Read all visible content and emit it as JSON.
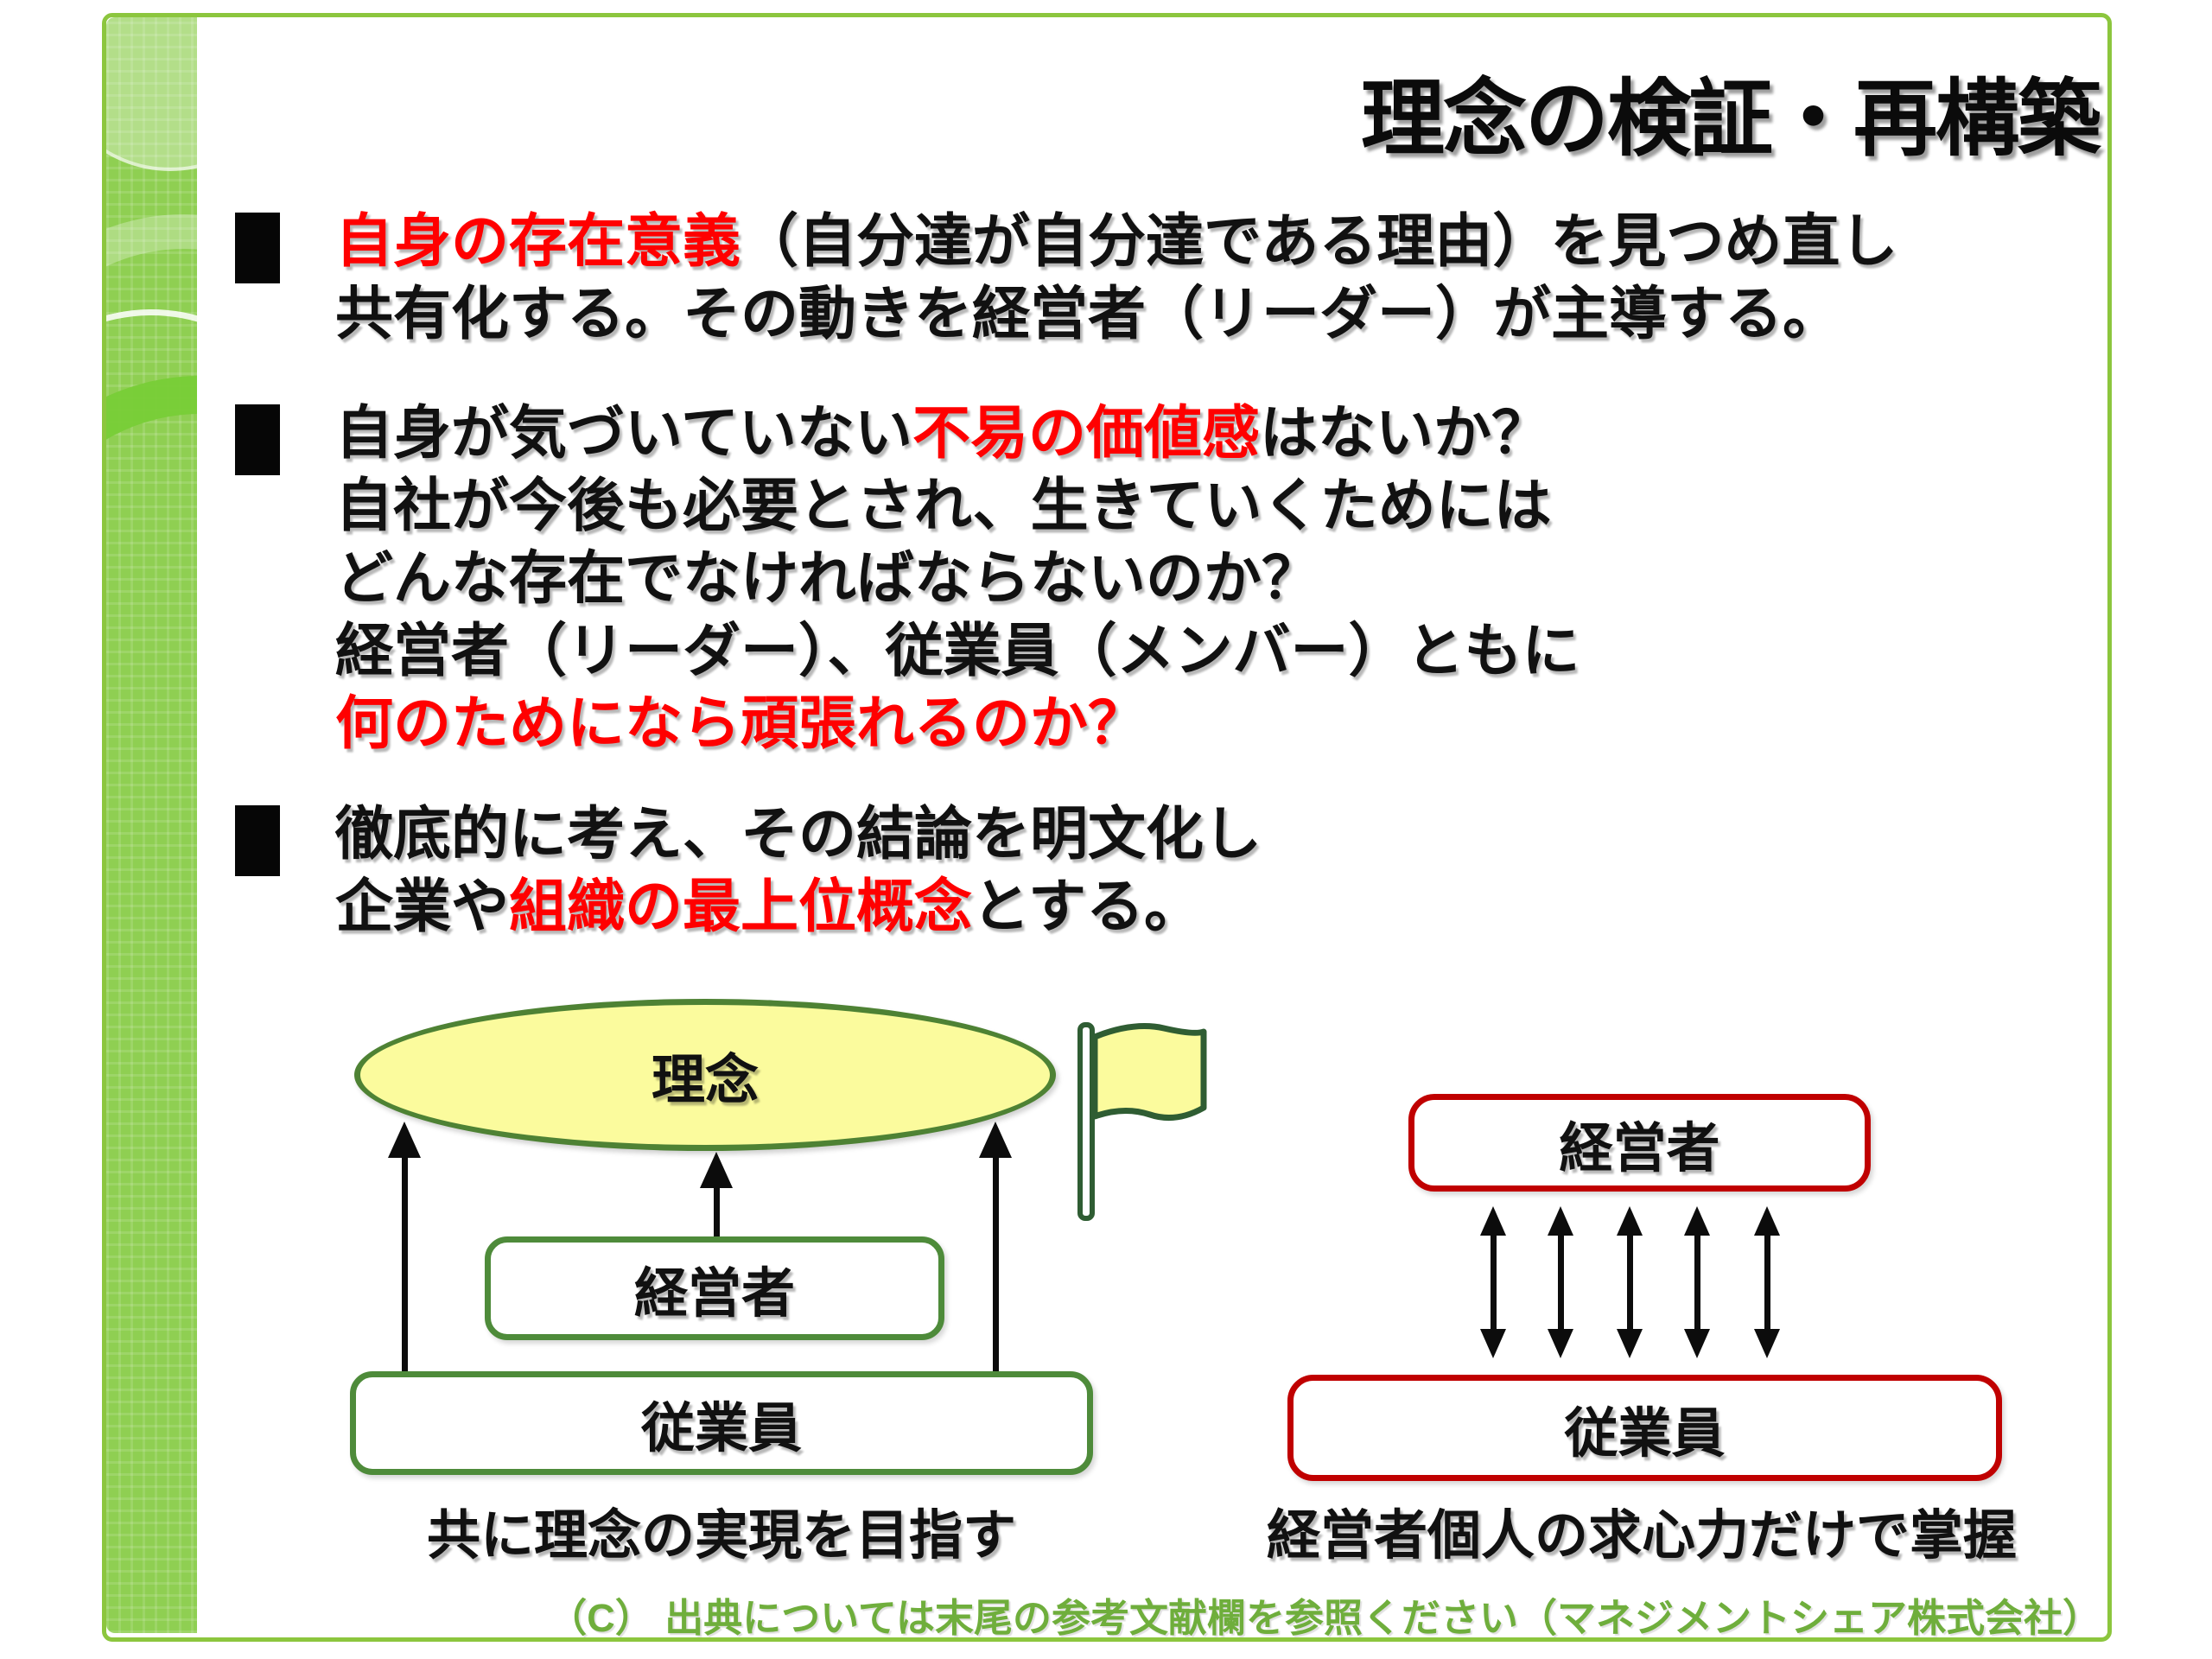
{
  "slide": {
    "title": "理念の検証・再構築",
    "footer": "（C） 出典については末尾の参考文献欄を参照ください（マネジメントシェア株式会社）"
  },
  "bullets": [
    {
      "runs": [
        {
          "text": "自身の存在意義",
          "color": "#FF0000"
        },
        {
          "text": "（自分達が自分達である理由）を見つめ直し\n共有化する。その動きを経営者（リーダー）が主導する。",
          "color": "#111111"
        }
      ]
    },
    {
      "runs": [
        {
          "text": "自身が気づいていない",
          "color": "#111111"
        },
        {
          "text": "不易の価値感",
          "color": "#FF0000"
        },
        {
          "text": "はないか？\n自社が今後も必要とされ、生きていくためには\nどんな存在でなければならないのか？\n経営者（リーダー）、従業員（メンバー）ともに\n",
          "color": "#111111"
        },
        {
          "text": "何のためになら頑張れるのか？",
          "color": "#FF0000"
        }
      ]
    },
    {
      "runs": [
        {
          "text": "徹底的に考え、その結論を明文化し\n企業や",
          "color": "#111111"
        },
        {
          "text": "組織の最上位概念",
          "color": "#FF0000"
        },
        {
          "text": "とする。",
          "color": "#111111"
        }
      ]
    }
  ],
  "diagram_left": {
    "ellipse_label": "理念",
    "box_manager": "経営者",
    "box_employees": "従業員",
    "caption": "共に理念の実現を目指す"
  },
  "diagram_right": {
    "box_manager": "経営者",
    "box_employees": "従業員",
    "caption": "経営者個人の求心力だけで掌握"
  },
  "colors": {
    "frame_green": "#8CC63E",
    "sidebar_green": "#8FCF52",
    "shape_green": "#4E8B3A",
    "box_red": "#C00000",
    "highlight_red": "#FF0000",
    "fill_yellow": "#FBFB9D",
    "footer_green": "#6FAE3C"
  }
}
